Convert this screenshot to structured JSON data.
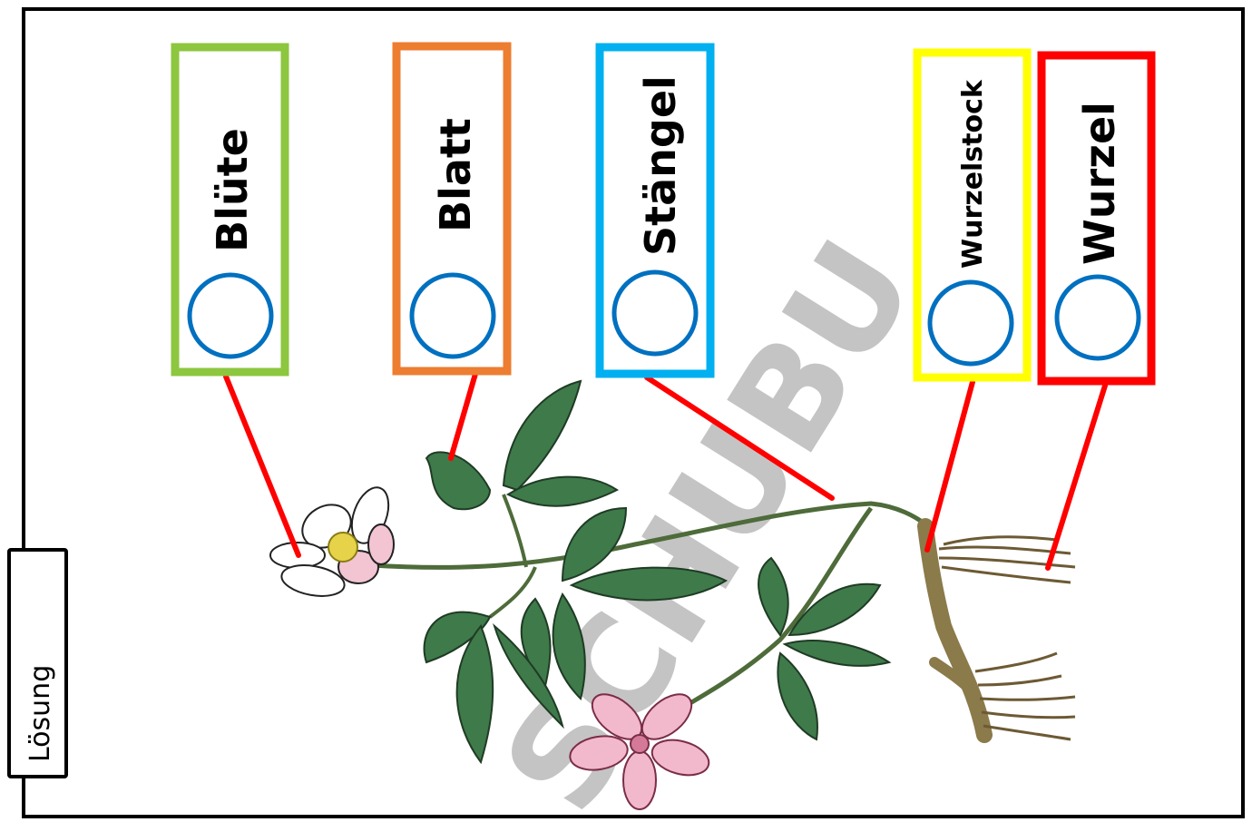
{
  "labels": {
    "bluete": "Blüte",
    "blatt": "Blatt",
    "staengel": "Stängel",
    "wurzelstock": "Wurzelstock",
    "wurzel": "Wurzel"
  },
  "side_tab": "Lösung",
  "watermark": "SCHUBU",
  "colors": {
    "bluete": "#8dc63f",
    "blatt": "#ed7d31",
    "staengel": "#00b0f0",
    "wurzelstock": "#ffff00",
    "wurzel": "#ff0000",
    "circle": "#0070c0",
    "connector": "#ff0000"
  }
}
